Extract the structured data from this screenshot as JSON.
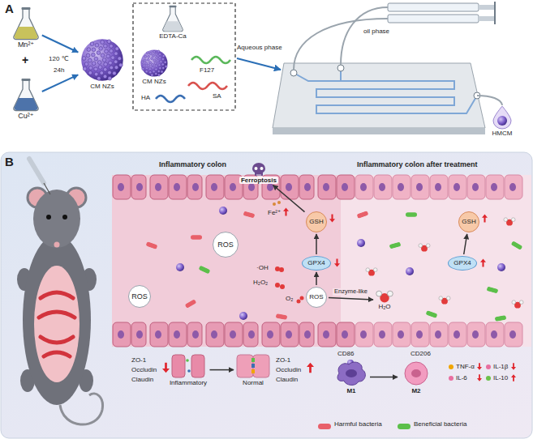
{
  "diagram": {
    "nodes": [
      {
        "text": [
          "Mn²⁺"
        ]
      },
      {
        "text": [
          "Cu²⁺"
        ]
      },
      {
        "text": [
          "CM NZs"
        ]
      },
      {
        "text": [
          "EDTA-Ca"
        ]
      },
      {
        "text": [
          "CM NZs"
        ]
      },
      {
        "text": [
          "HMCM"
        ]
      },
      {
        "text": [
          "Ferroptosis"
        ]
      },
      {
        "text": [
          "GSH"
        ]
      },
      {
        "text": [
          "GPX4"
        ]
      },
      {
        "text": [
          "ROS"
        ]
      },
      {
        "text": [
          "ROS"
        ]
      },
      {
        "text": [
          "H₂O"
        ]
      },
      {
        "text": [
          "GSH"
        ]
      },
      {
        "text": [
          "GPX4"
        ]
      },
      {
        "text": [
          "ROS"
        ]
      },
      {
        "text": [
          "Inflammatory"
        ]
      },
      {
        "text": [
          "Normal"
        ]
      },
      {
        "text": [
          "M1"
        ]
      },
      {
        "text": [
          "M2"
        ]
      }
    ],
    "edges": [
      {
        "from": 0,
        "to": 2,
        "arrow": "to"
      },
      {
        "from": 1,
        "to": 2,
        "arrow": "to"
      },
      {
        "from": 8,
        "to": 7,
        "arrow": "to"
      },
      {
        "from": 7,
        "to": 6,
        "arrow": "to"
      },
      {
        "from": 10,
        "to": 8,
        "arrow": "to"
      },
      {
        "from": 10,
        "to": 11,
        "label": "Enzyme-like",
        "arrow": "to"
      },
      {
        "from": 13,
        "to": 12,
        "arrow": "to"
      },
      {
        "from": 15,
        "to": 16,
        "arrow": "to"
      },
      {
        "from": 17,
        "to": 18,
        "arrow": "to"
      }
    ],
    "labels": [
      "A",
      "+",
      "120 ℃",
      "24h",
      "F127",
      "HA",
      "SA",
      "Aqueous phase",
      "oil phase",
      "B",
      "Inflammatory colon",
      "Inflammatory colon after treatment",
      "Fe²⁺",
      "·OH",
      "H₂O₂",
      "O₂",
      "ZO-1",
      "Occludin",
      "Claudin",
      "ZO-1",
      "Occludin",
      "Claudin",
      "CD86",
      "CD206",
      "TNF-α",
      "IL-1β",
      "IL-6",
      "IL-10"
    ],
    "legend": [
      {
        "text": "Harmful bacteria",
        "color": "#e8606a"
      },
      {
        "text": "Beneficial bacteria",
        "color": "#5cbf4a"
      }
    ]
  }
}
